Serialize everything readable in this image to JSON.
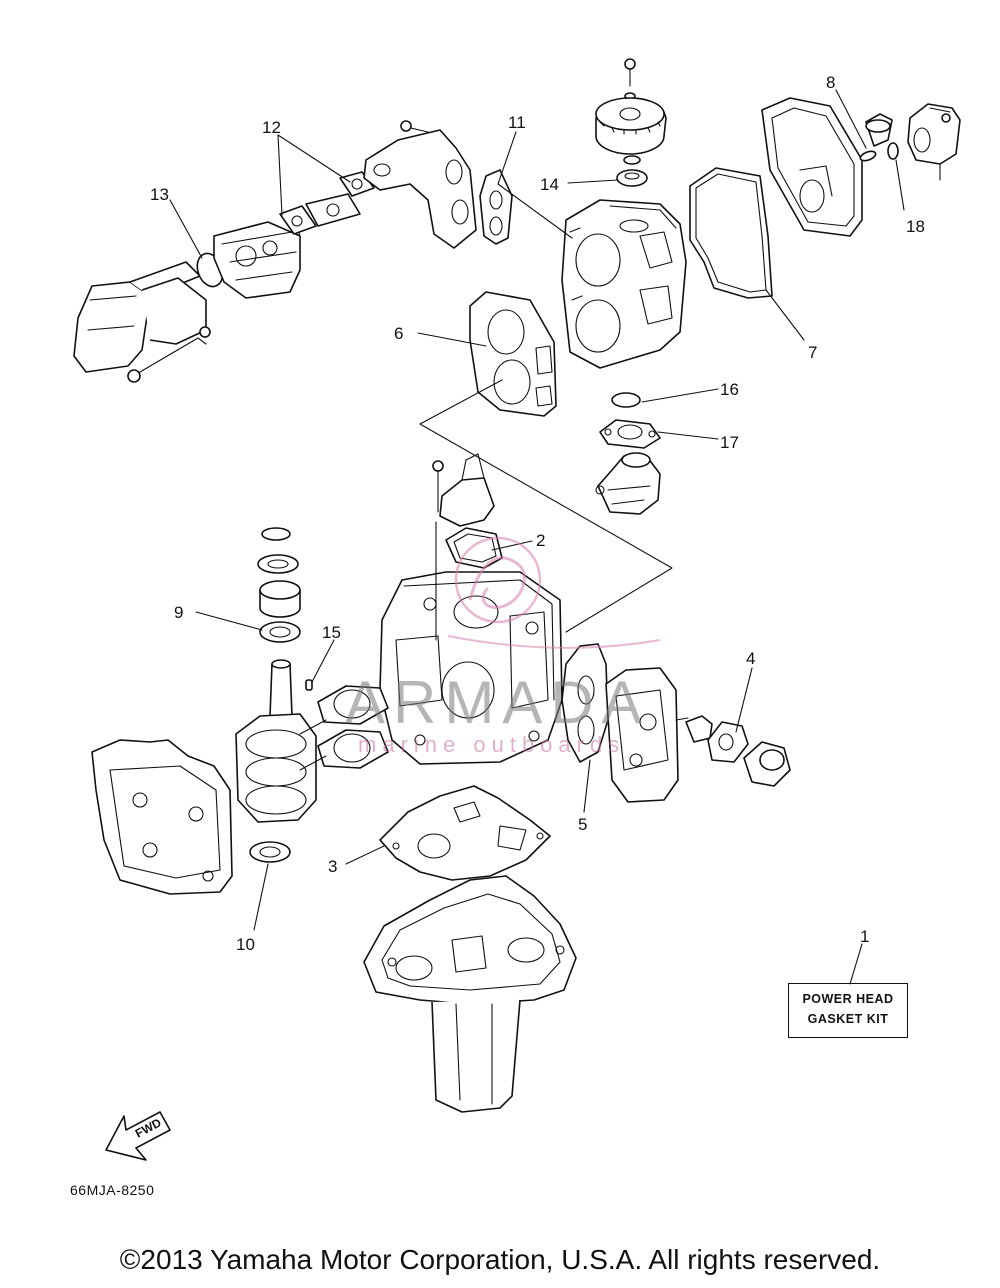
{
  "callouts": [
    "1",
    "2",
    "3",
    "4",
    "5",
    "6",
    "7",
    "8",
    "9",
    "10",
    "11",
    "12",
    "13",
    "14",
    "15",
    "16",
    "17",
    "18"
  ],
  "kit_label": {
    "line1": "POWER HEAD",
    "line2": "GASKET KIT"
  },
  "fwd_label": "FWD",
  "diagram_code": "66MJA-8250",
  "watermark": {
    "brand": "ARMADA",
    "tagline": "marine outboards",
    "color": "#d77fb0"
  },
  "copyright": "©2013 Yamaha Motor Corporation, U.S.A. All rights reserved."
}
